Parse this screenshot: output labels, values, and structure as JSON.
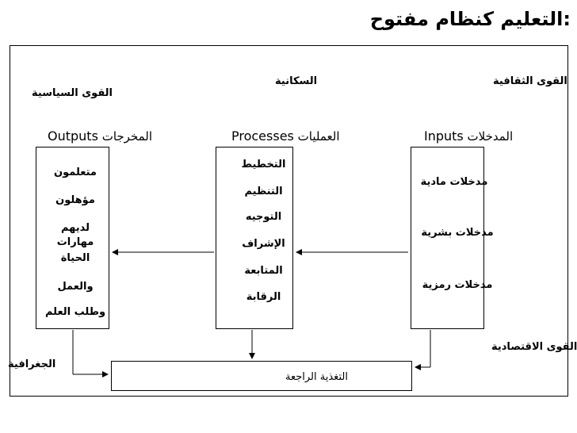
{
  "title": ":التعليم كنظام مفتوح",
  "forces": {
    "cultural": "القوى الثقافية",
    "population": "السكانية",
    "political": "القوى السياسية",
    "economic": "القوى الاقتصادية",
    "geographic": "الجغرافية"
  },
  "headers": {
    "inputs_ar": "المدخلات",
    "inputs_en": "Inputs",
    "processes_ar": "العمليات",
    "processes_en": "Processes",
    "outputs_ar": "المخرجات",
    "outputs_en": "Outputs"
  },
  "inputs": [
    "مدخلات مادية",
    "مدخلات بشرية",
    "مدخلات رمزية"
  ],
  "processes": [
    "التخطيط",
    "التنظيم",
    "التوجيه",
    "الإشراف",
    "المتابعة",
    "الرقابة"
  ],
  "outputs": [
    "متعلمون",
    "مؤهلون",
    "لديهم",
    "مهارات",
    "الحياة",
    "والعمل",
    "وطلب العلم"
  ],
  "feedback": "التغذية الراجعة"
}
